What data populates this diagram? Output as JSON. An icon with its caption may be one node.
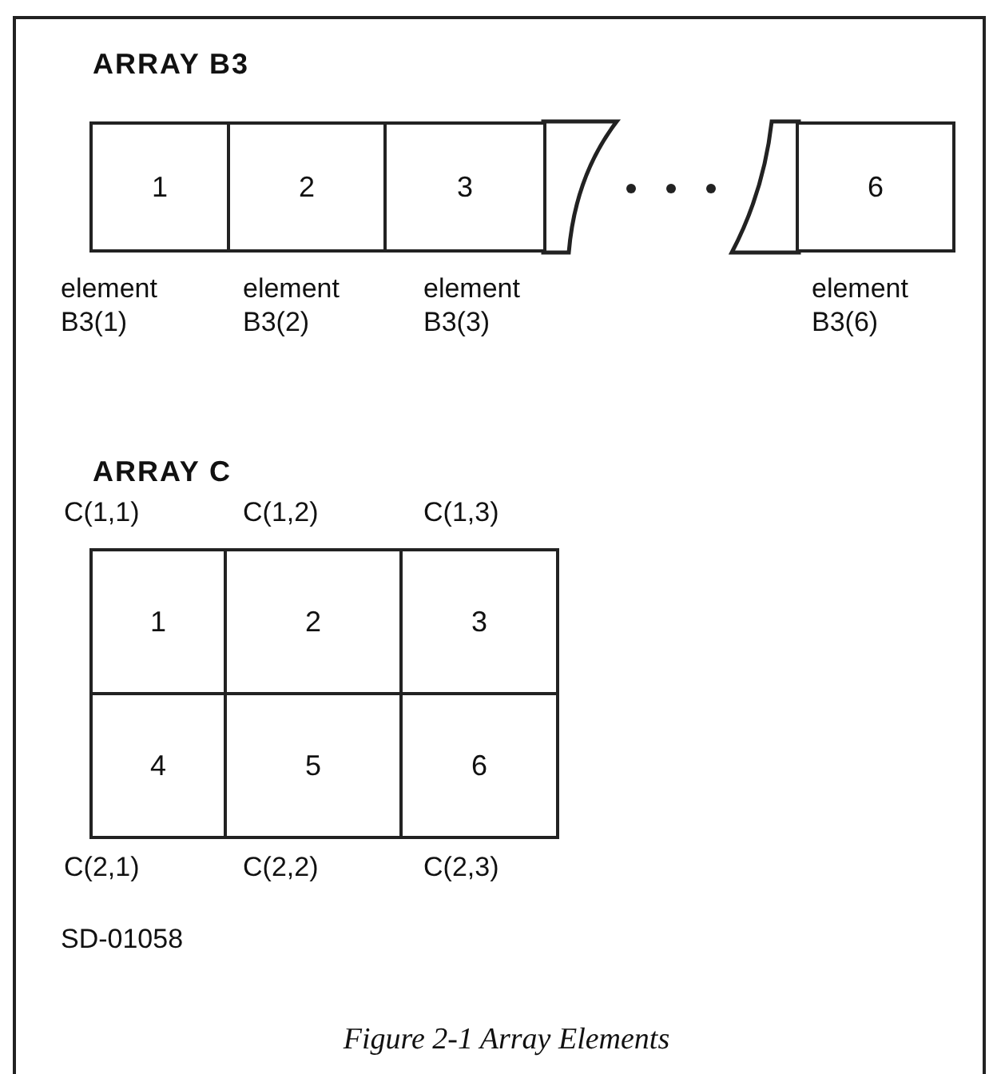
{
  "diagram": {
    "caption": "Figure 2-1 Array Elements",
    "nodes": [
      {
        "text": [
          "1"
        ],
        "beside": [
          "element B3(1)"
        ]
      },
      {
        "text": [
          "2"
        ],
        "beside": [
          "element B3(2)"
        ]
      },
      {
        "text": [
          "3"
        ],
        "beside": [
          "element B3(3)"
        ]
      },
      {
        "text": [
          "6"
        ],
        "beside": [
          "element B3(6)"
        ]
      },
      {
        "text": [
          "1"
        ],
        "beside": [
          "C(1,1)"
        ]
      },
      {
        "text": [
          "2"
        ],
        "beside": [
          "C(1,2)"
        ]
      },
      {
        "text": [
          "3"
        ],
        "beside": [
          "C(1,3)"
        ]
      },
      {
        "text": [
          "4"
        ],
        "beside": [
          "C(2,1)"
        ]
      },
      {
        "text": [
          "5"
        ],
        "beside": [
          "C(2,2)"
        ]
      },
      {
        "text": [
          "6"
        ],
        "beside": [
          "C(2,3)"
        ]
      }
    ],
    "labels": [
      "ARRAY B3",
      "ARRAY C",
      "SD-01058"
    ]
  }
}
